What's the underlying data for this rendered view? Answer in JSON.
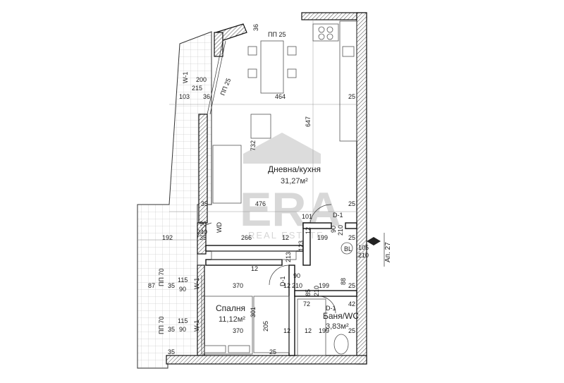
{
  "rooms": {
    "living_name": "Дневна/кухня",
    "living_area": "31,27м²",
    "bedroom_name": "Спалня",
    "bedroom_area": "11,12м²",
    "bath_name": "Баня/WC",
    "bath_area": "3,83м²"
  },
  "apartment_tag": "Ап. 27",
  "watermark": {
    "logo": "ERA",
    "sub": "REAL ESTATE"
  },
  "labels": {
    "w1_a": "W-1",
    "w1_b": "W-1",
    "w1_c": "W-1",
    "pp25_a": "ПП 25",
    "pp25_b": "ПП 25",
    "pp70_a": "ПП 70",
    "pp70_b": "ПП 70",
    "d1_a": "D-1",
    "d1_b": "D-1",
    "d1_c": "D-1",
    "wd": "WD",
    "bl": "BL"
  },
  "dims": {
    "d36_top": "36",
    "d200": "200",
    "d215": "215",
    "d103": "103",
    "d36": "36",
    "d464": "464",
    "d25_r1": "25",
    "d647": "647",
    "d732": "732",
    "d35_a": "35",
    "d476": "476",
    "d25_r2": "25",
    "d90_a": "90",
    "d101": "101",
    "d240": "240",
    "d192": "192",
    "d35_b": "35",
    "d266": "266",
    "d12_a": "12",
    "d12_b": "12",
    "d90_b": "90",
    "d210_a": "210",
    "d199_a": "199",
    "d25_r3": "25",
    "d123": "123",
    "d105": "105",
    "d210_b": "210",
    "d213": "213",
    "d12_c": "12",
    "d90_c": "90",
    "d88": "88",
    "d12_d": "12",
    "d210_c": "210",
    "d85": "85",
    "d210_d": "210",
    "d115_a": "115",
    "d87": "87",
    "d35_c": "35",
    "d90_d": "90",
    "d370_a": "370",
    "d199_b": "199",
    "d25_r4": "25",
    "d72": "72",
    "d42": "42",
    "d301": "301",
    "d115_b": "115",
    "d35_d": "35",
    "d90_e": "90",
    "d370_b": "370",
    "d205": "205",
    "d12_e": "12",
    "d12_f": "12",
    "d199_c": "199",
    "d25_r5": "25",
    "d35_e": "35",
    "d25_f": "25"
  }
}
